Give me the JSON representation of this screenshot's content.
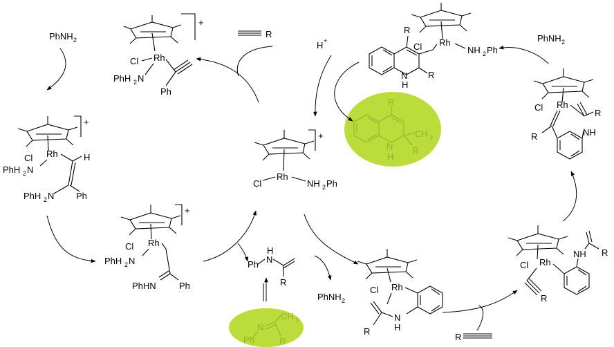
{
  "labels": {
    "phnh2": "PhNH",
    "sub2": "2",
    "plus": "+",
    "hplus_h": "H",
    "r": "R",
    "ph": "Ph",
    "cl": "Cl",
    "rh": "Rh",
    "h": "H",
    "nh": "NH",
    "nh2ph_prefix": "NH",
    "nh2ph_suffix": "Ph",
    "phh2n_prefix": "PhH",
    "phh2n_suffix": "N",
    "phhn": "PhHN",
    "n": "N",
    "ch": "CH",
    "sub3": "3"
  },
  "colors": {
    "highlight_fill": "#bcdc3c",
    "highlight_structure": "#8fb42a"
  }
}
